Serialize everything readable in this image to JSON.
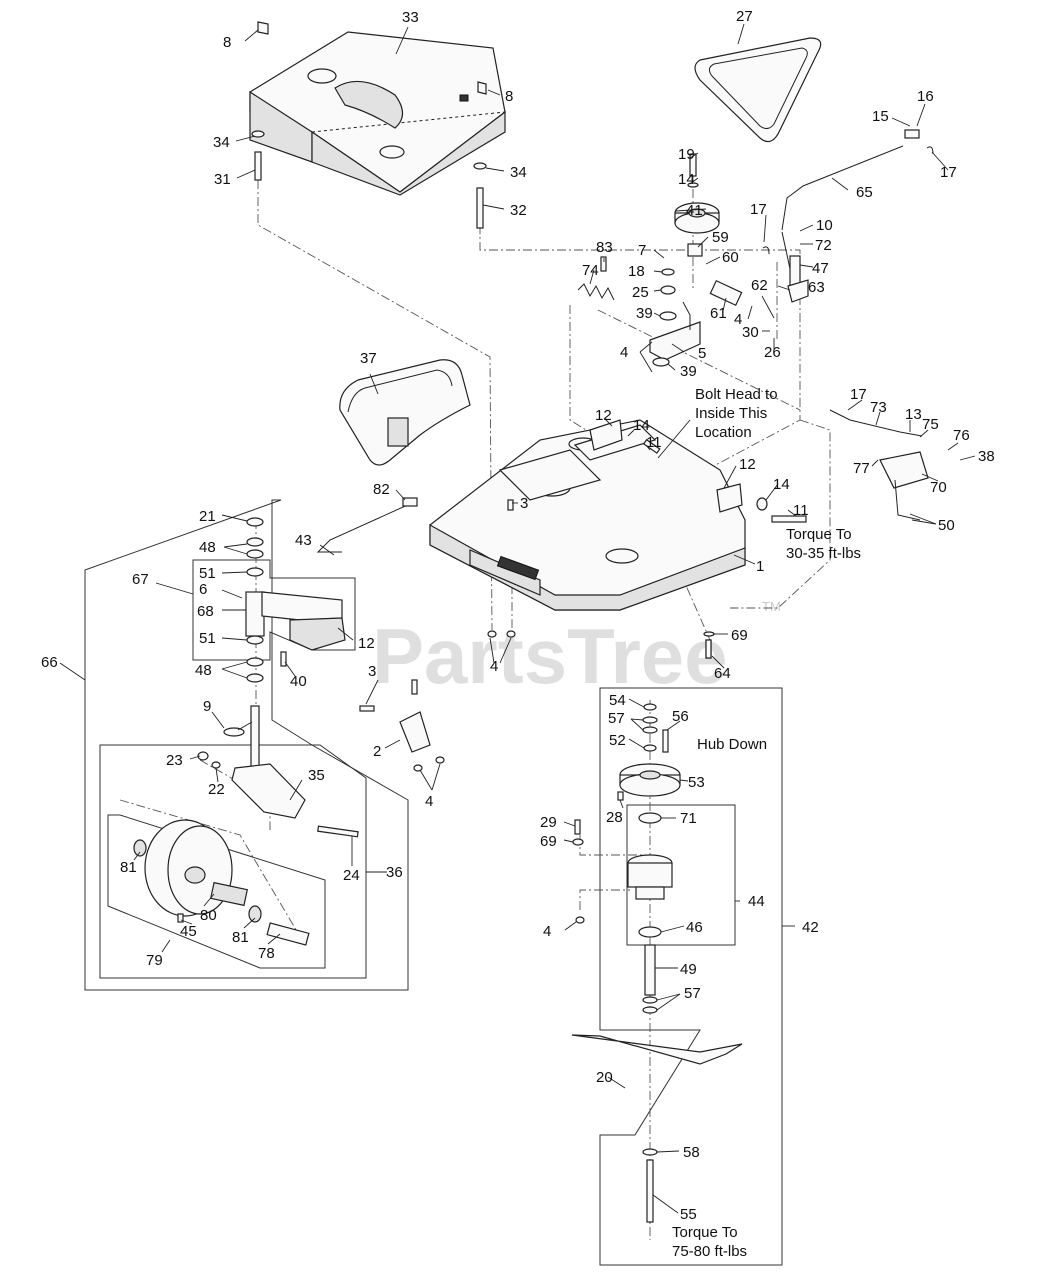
{
  "watermark": "PartsTree",
  "watermark_tm": "TM",
  "notes": {
    "bolt_head_1": "Bolt Head to",
    "bolt_head_2": "Inside This",
    "bolt_head_3": "Location",
    "torque_a_1": "Torque To",
    "torque_a_2": "30-35 ft-lbs",
    "hub_down": "Hub Down",
    "torque_b_1": "Torque To",
    "torque_b_2": "75-80 ft-lbs"
  },
  "callouts": {
    "c1": "1",
    "c2": "2",
    "c3a": "3",
    "c3b": "3",
    "c4a": "4",
    "c4b": "4",
    "c4c": "4",
    "c4d": "4",
    "c4e": "4",
    "c5": "5",
    "c6": "6",
    "c7": "7",
    "c8a": "8",
    "c8b": "8",
    "c9": "9",
    "c10": "10",
    "c11a": "11",
    "c11b": "11",
    "c12a": "12",
    "c12b": "12",
    "c12c": "12",
    "c13": "13",
    "c14a": "14",
    "c14b": "14",
    "c14c": "14",
    "c15": "15",
    "c16": "16",
    "c17a": "17",
    "c17b": "17",
    "c17c": "17",
    "c18": "18",
    "c19": "19",
    "c20": "20",
    "c21": "21",
    "c22": "22",
    "c23": "23",
    "c24": "24",
    "c25": "25",
    "c26": "26",
    "c27": "27",
    "c28": "28",
    "c29": "29",
    "c30": "30",
    "c31": "31",
    "c32": "32",
    "c33": "33",
    "c34a": "34",
    "c34b": "34",
    "c35": "35",
    "c36": "36",
    "c37": "37",
    "c38": "38",
    "c39a": "39",
    "c39b": "39",
    "c40": "40",
    "c41": "41",
    "c42": "42",
    "c43": "43",
    "c44": "44",
    "c45": "45",
    "c46": "46",
    "c47": "47",
    "c48a": "48",
    "c48b": "48",
    "c49": "49",
    "c50": "50",
    "c51a": "51",
    "c51b": "51",
    "c52": "52",
    "c53": "53",
    "c54": "54",
    "c55": "55",
    "c56": "56",
    "c57a": "57",
    "c57b": "57",
    "c58": "58",
    "c59": "59",
    "c60": "60",
    "c61": "61",
    "c62": "62",
    "c63": "63",
    "c64": "64",
    "c65": "65",
    "c66": "66",
    "c67": "67",
    "c68": "68",
    "c69a": "69",
    "c69b": "69",
    "c70": "70",
    "c71": "71",
    "c72": "72",
    "c73": "73",
    "c74": "74",
    "c75": "75",
    "c76": "76",
    "c77": "77",
    "c78": "78",
    "c79": "79",
    "c80": "80",
    "c81a": "81",
    "c81b": "81",
    "c82": "82",
    "c83": "83"
  }
}
